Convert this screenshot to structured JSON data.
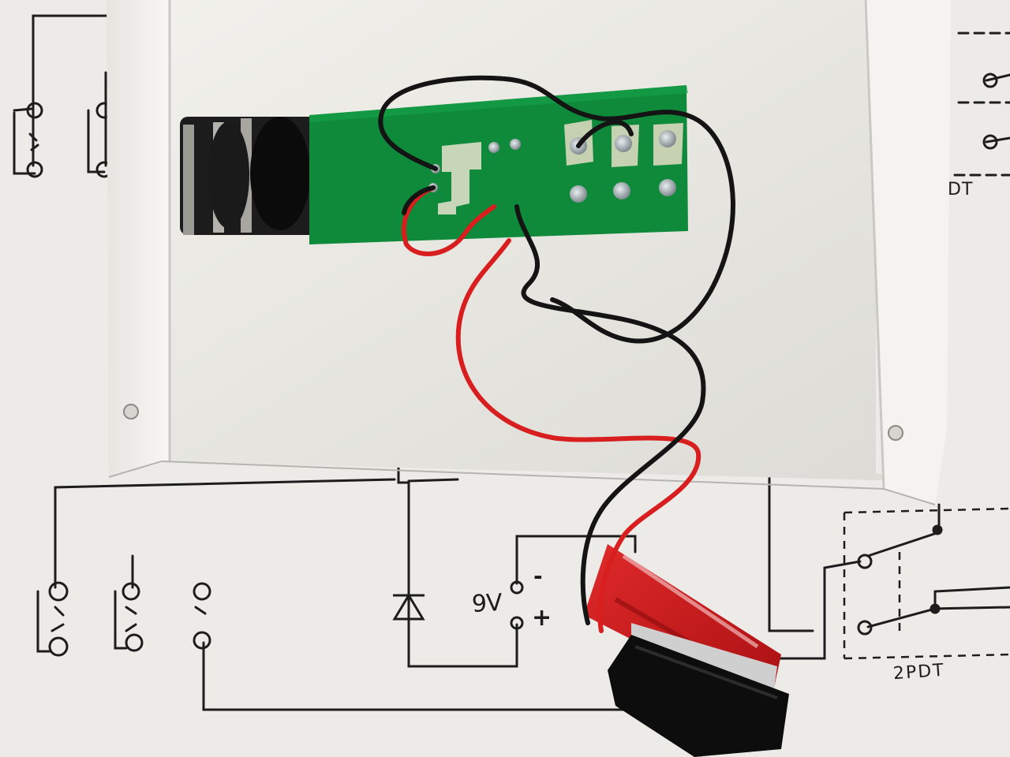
{
  "schematic": {
    "battery_label": "9V",
    "battery_negative": "-",
    "battery_positive": "+",
    "switch_label": "2PDT",
    "switch_label_top": "DT"
  },
  "colors": {
    "paper": "#ecebe8",
    "enclosure": "#e9e8e3",
    "pcb": "#0f8a3a",
    "wire_red": "#d81e1e",
    "wire_black": "#141414",
    "battery_red": "#c9181d",
    "ink": "#1d1d1d"
  }
}
